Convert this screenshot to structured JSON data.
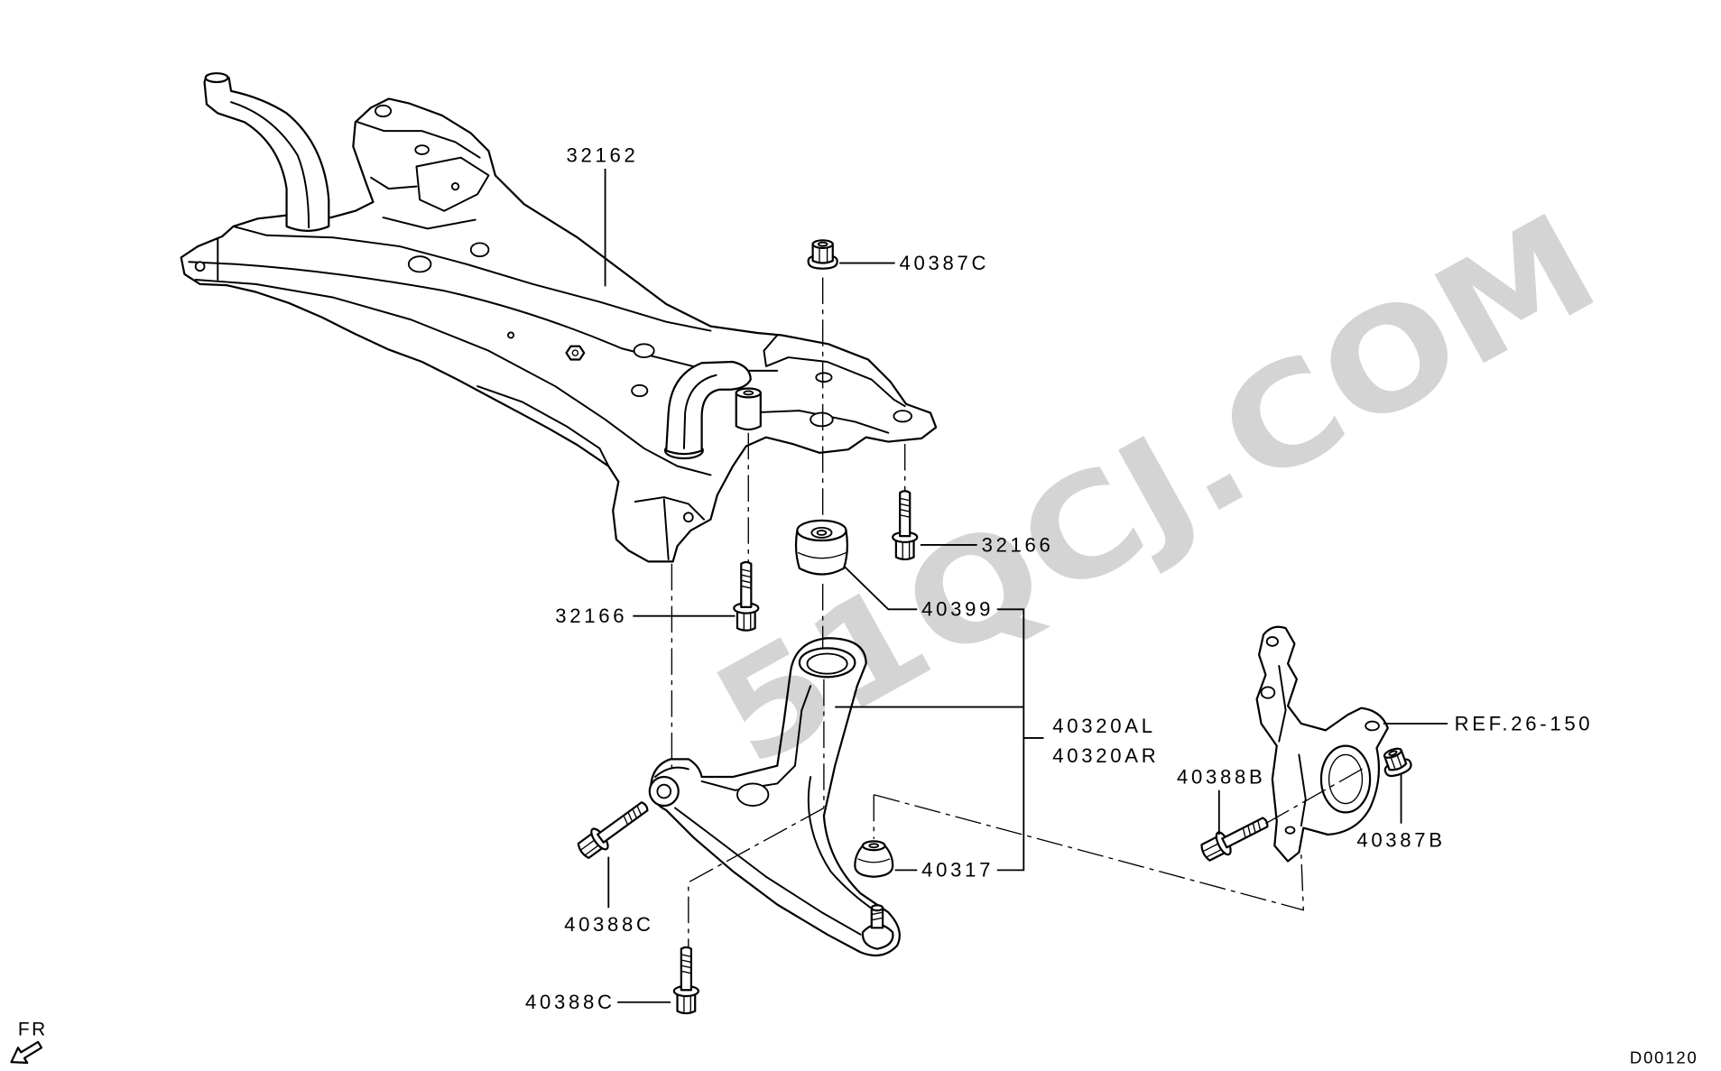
{
  "labels": {
    "crossmember": "32162",
    "upper_nut": "40387C",
    "right_bolt": "32166",
    "left_bolt": "32166",
    "large_bushing": "40399",
    "lower_arm_lh": "40320AL",
    "lower_arm_rh": "40320AR",
    "small_bushing": "40317",
    "arm_front_bolt": "40388C",
    "arm_rear_bolt": "40388C",
    "knuckle_bolt": "40388B",
    "knuckle_nut": "40387B",
    "knuckle_ref": "REF.26-150"
  },
  "direction_marker": "FR",
  "figure_code": "D00120",
  "watermark": "51QCJ.COM",
  "colors": {
    "line": "#000000",
    "background": "#ffffff",
    "watermark": "#d4d4d4"
  }
}
